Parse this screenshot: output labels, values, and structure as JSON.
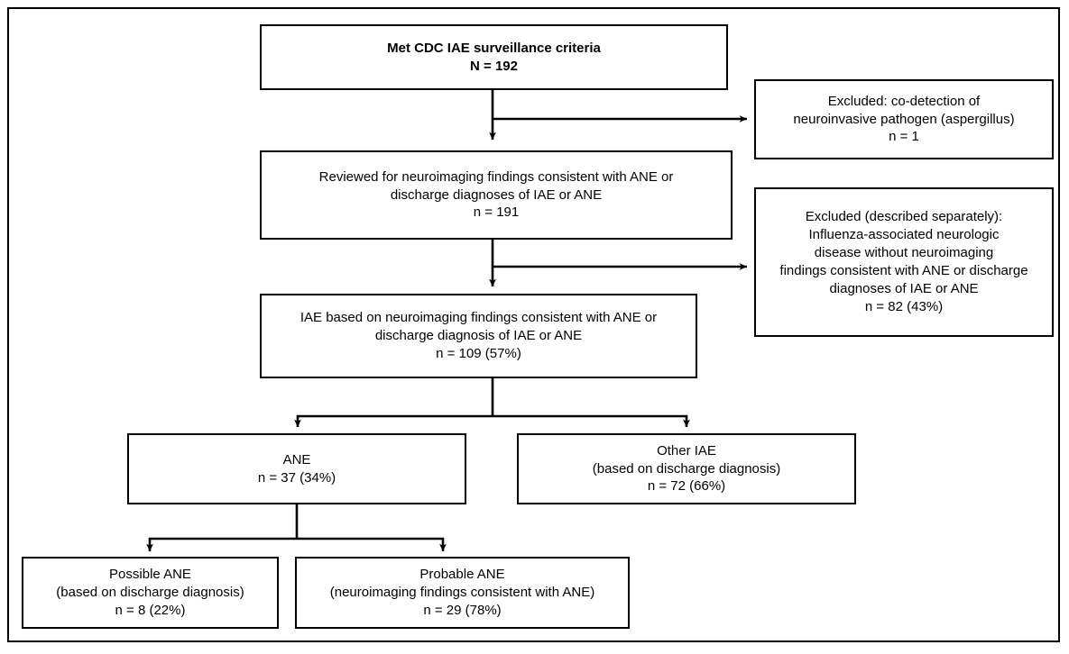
{
  "figure": {
    "type": "flowchart",
    "title": "",
    "border_color": "#000000",
    "background_color": "#ffffff",
    "text_color": "#000000"
  },
  "nodes": [
    {
      "id": "met-criteria",
      "name": "met-cdc-iae-surveillance-criteria-box",
      "emphasis": "bold",
      "lines": [
        "Met CDC IAE surveillance criteria",
        "N = 192"
      ],
      "count_label": "N = 192",
      "count": 192
    },
    {
      "id": "excluded-aspergillus",
      "name": "excluded-co-detection-box",
      "emphasis": "normal",
      "lines": [
        "Excluded: co-detection of",
        "neuroinvasive pathogen (aspergillus)",
        "n = 1"
      ],
      "count_label": "n = 1",
      "count": 1
    },
    {
      "id": "reviewed",
      "name": "reviewed-for-neuroimaging-findings-box",
      "emphasis": "normal",
      "lines": [
        "Reviewed for neuroimaging findings consistent with ANE or",
        "discharge diagnoses of IAE or ANE",
        "n = 191"
      ],
      "count_label": "n = 191",
      "count": 191
    },
    {
      "id": "excluded-separately",
      "name": "excluded-described-separately-box",
      "emphasis": "normal",
      "lines": [
        "Excluded (described separately):",
        "Influenza-associated neurologic",
        "disease without neuroimaging",
        "findings consistent with ANE or discharge",
        "diagnoses of IAE or ANE",
        "n = 82 (43%)"
      ],
      "count_label": "n = 82 (43%)",
      "count": 82,
      "percent": "43%"
    },
    {
      "id": "iae",
      "name": "iae-based-on-neuroimaging-box",
      "emphasis": "normal",
      "lines": [
        "IAE based on neuroimaging findings consistent with ANE or",
        "discharge diagnosis of IAE or ANE",
        "n = 109 (57%)"
      ],
      "count_label": "n = 109 (57%)",
      "count": 109,
      "percent": "57%"
    },
    {
      "id": "ane",
      "name": "ane-box",
      "emphasis": "normal",
      "lines": [
        "ANE",
        "n = 37 (34%)"
      ],
      "count_label": "n = 37 (34%)",
      "count": 37,
      "percent": "34%"
    },
    {
      "id": "other-iae",
      "name": "other-iae-box",
      "emphasis": "normal",
      "lines": [
        "Other IAE",
        "(based on discharge diagnosis)",
        "n = 72 (66%)"
      ],
      "count_label": "n = 72 (66%)",
      "count": 72,
      "percent": "66%"
    },
    {
      "id": "possible-ane",
      "name": "possible-ane-box",
      "emphasis": "normal",
      "lines": [
        "Possible ANE",
        "(based on discharge diagnosis)",
        "n = 8 (22%)"
      ],
      "count_label": "n = 8 (22%)",
      "count": 8,
      "percent": "22%"
    },
    {
      "id": "probable-ane",
      "name": "probable-ane-box",
      "emphasis": "normal",
      "lines": [
        "Probable ANE",
        "(neuroimaging findings consistent with ANE)",
        "n = 29 (78%)"
      ],
      "count_label": "n = 29 (78%)",
      "count": 29,
      "percent": "78%"
    }
  ],
  "edges": [
    {
      "from": "met-criteria",
      "to": "reviewed",
      "arrow": "down"
    },
    {
      "from": "met-criteria",
      "to": "excluded-aspergillus",
      "arrow": "right"
    },
    {
      "from": "reviewed",
      "to": "iae",
      "arrow": "down"
    },
    {
      "from": "reviewed",
      "to": "excluded-separately",
      "arrow": "right"
    },
    {
      "from": "iae",
      "to": "ane",
      "arrow": "down"
    },
    {
      "from": "iae",
      "to": "other-iae",
      "arrow": "down"
    },
    {
      "from": "ane",
      "to": "possible-ane",
      "arrow": "down"
    },
    {
      "from": "ane",
      "to": "probable-ane",
      "arrow": "down"
    }
  ]
}
